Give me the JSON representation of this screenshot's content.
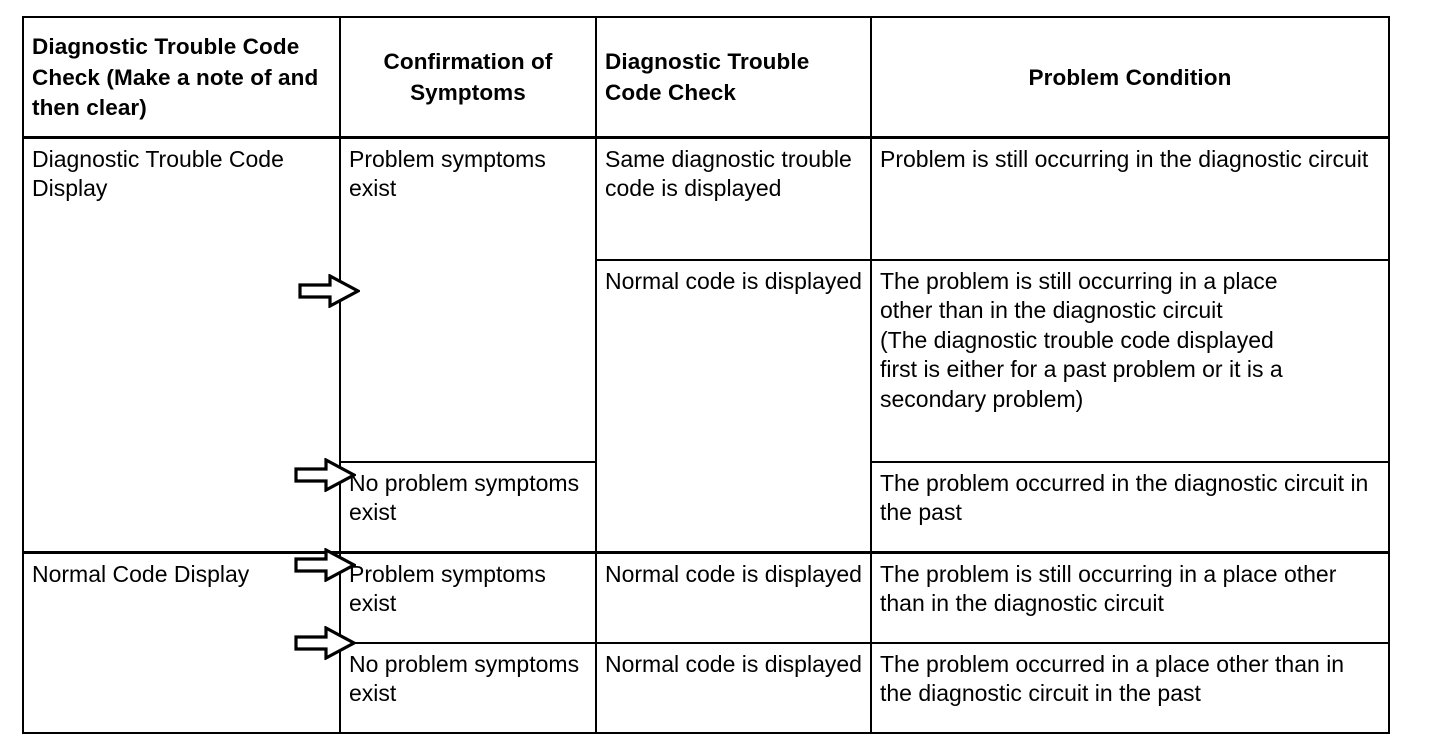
{
  "document": {
    "kind": "diagnostic-trouble-code-decision-table",
    "arrow_icon": "block-arrow-right-icon"
  },
  "table": {
    "headers": [
      "Diagnostic Trouble Code Check (Make a note of and then clear)",
      "Confirmation of Symptoms",
      "Diagnostic Trouble Code Check",
      "Problem Condition"
    ],
    "rows": [
      {
        "dtc_check_initial": "Diagnostic Trouble Code Display",
        "confirmation": "Problem symptoms exist",
        "dtc_check_second": "Same diagnostic trouble code is displayed",
        "problem_condition": "Problem is still occurring in the diagnostic circuit"
      },
      {
        "dtc_check_initial": "",
        "confirmation": "",
        "dtc_check_second": "Normal code is displayed",
        "problem_condition": "The problem is still occurring in a place other than in the diagnostic circuit (The diagnostic trouble code displayed first is either for a past problem or it is a secondary problem)"
      },
      {
        "dtc_check_initial": "",
        "confirmation": "No problem symptoms exist",
        "dtc_check_second": "",
        "problem_condition": "The problem occurred in the diagnostic circuit in the past"
      },
      {
        "dtc_check_initial": "Normal Code Display",
        "confirmation": "Problem symptoms exist",
        "dtc_check_second": "Normal code is displayed",
        "problem_condition": "The problem is still occurring in a place other than in the diagnostic circuit"
      },
      {
        "dtc_check_initial": "",
        "confirmation": "No problem symptoms exist",
        "dtc_check_second": "Normal code is displayed",
        "problem_condition": "The problem occurred in a place other than in the diagnostic circuit in the past"
      }
    ],
    "problem_condition_lines": {
      "row2": [
        "The problem is still occurring in a place",
        "other than in the diagnostic circuit",
        "(The diagnostic trouble code displayed",
        "first is either for a past problem or it is a",
        "secondary problem)"
      ]
    }
  },
  "colors": {
    "ink": "#000000",
    "paper": "#ffffff"
  }
}
